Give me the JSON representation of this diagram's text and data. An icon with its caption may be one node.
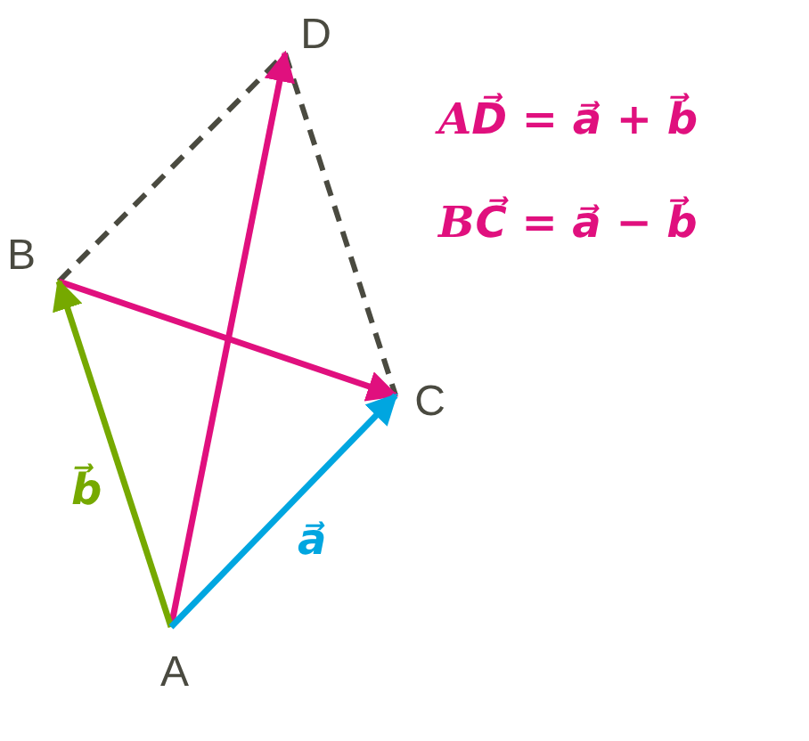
{
  "diagram": {
    "nodes": [
      {
        "text": [
          "D"
        ]
      },
      {
        "text": [
          "B"
        ]
      },
      {
        "text": [
          "C"
        ]
      },
      {
        "text": [
          "A"
        ]
      }
    ],
    "edges": [
      {
        "from": 1,
        "to": 0,
        "arrow": "none",
        "style": "dashed",
        "color": "#4a4a40"
      },
      {
        "from": 0,
        "to": 2,
        "arrow": "none",
        "style": "dashed",
        "color": "#4a4a40"
      },
      {
        "from": 3,
        "to": 0,
        "arrow": "to",
        "color": "#e0107e"
      },
      {
        "from": 1,
        "to": 2,
        "arrow": "to",
        "color": "#e0107e"
      },
      {
        "from": 3,
        "to": 1,
        "arrow": "to",
        "label": "b⃗",
        "color": "#76a900"
      },
      {
        "from": 3,
        "to": 2,
        "arrow": "to",
        "label": "a⃗",
        "color": "#00a6e0"
      }
    ],
    "labels": [
      "AD⃗ = a⃗ + b⃗",
      "BC⃗ = a⃗ − b⃗"
    ]
  }
}
